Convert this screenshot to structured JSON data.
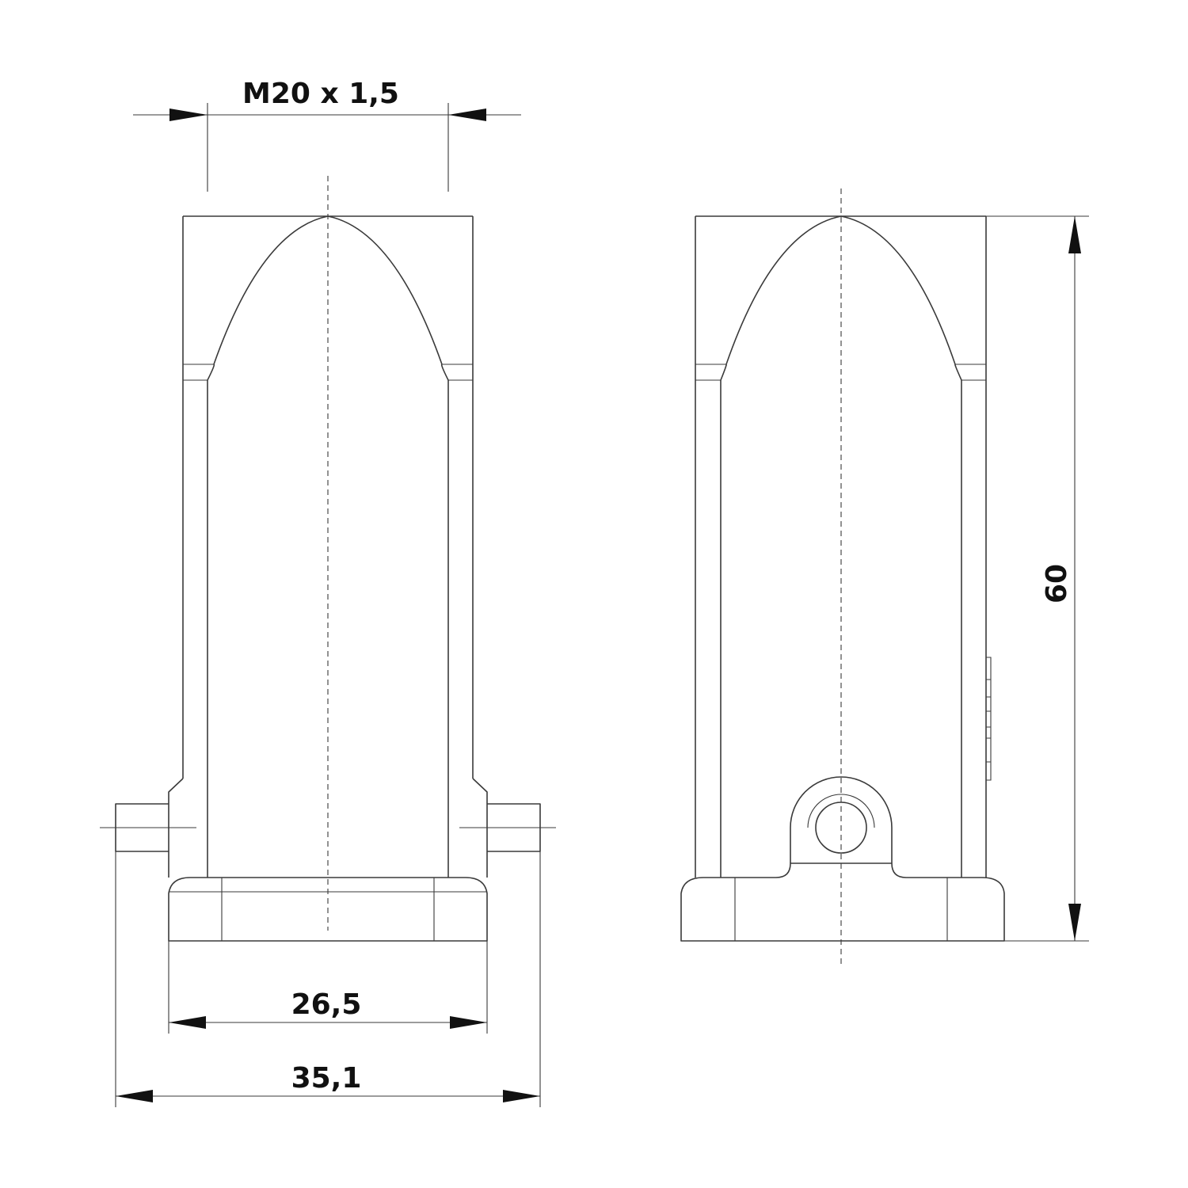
{
  "dimensions": {
    "thread": "M20 x 1,5",
    "width_inner": "26,5",
    "width_outer": "35,1",
    "height": "60"
  },
  "colors": {
    "line": "#3a3a3a",
    "text": "#111111",
    "background": "#ffffff"
  }
}
